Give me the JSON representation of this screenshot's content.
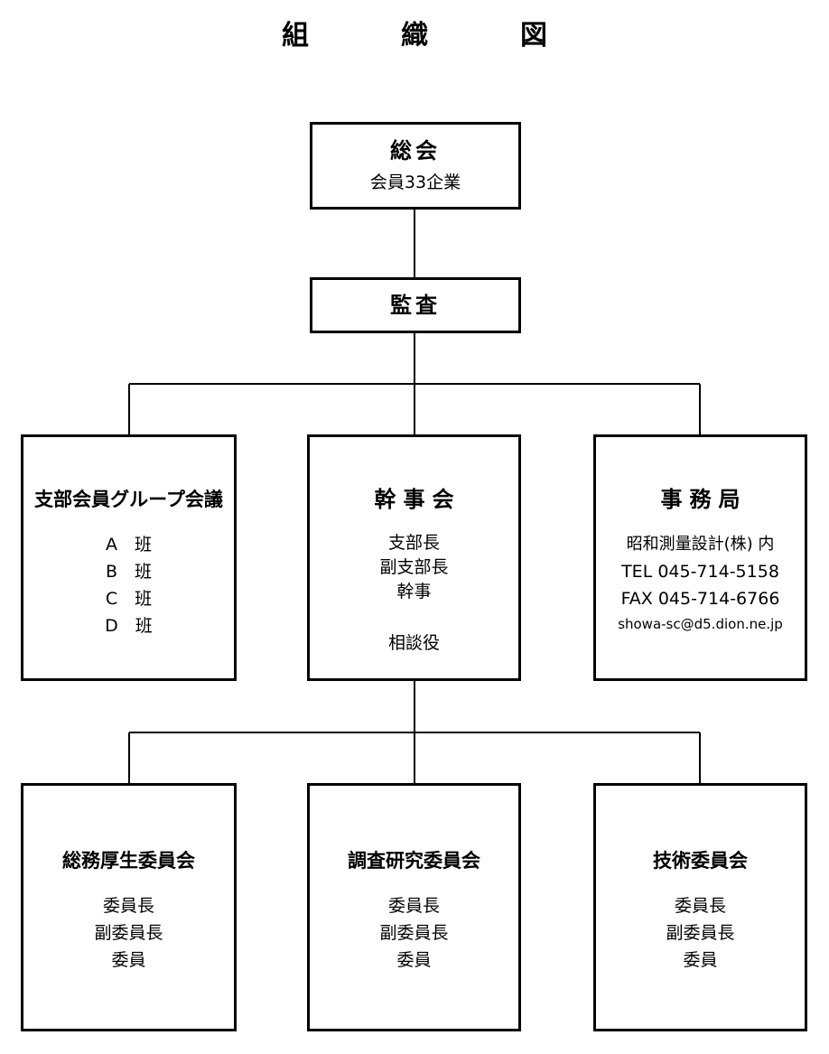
{
  "title": "組　織　図",
  "general_meeting": {
    "title": "総会",
    "subtitle": "会員33企業"
  },
  "audit": {
    "title": "監査"
  },
  "branch_group": {
    "title": "支部会員グループ会議",
    "items": [
      "A　班",
      "B　班",
      "C　班",
      "D　班"
    ]
  },
  "executive": {
    "title": "幹事会",
    "items": [
      "支部長",
      "副支部長",
      "幹事"
    ],
    "advisor": "相談役"
  },
  "secretariat": {
    "title": "事務局",
    "org": "昭和測量設計(株) 内",
    "tel": "TEL 045-714-5158",
    "fax": "FAX 045-714-6766",
    "email": "showa-sc@d5.dion.ne.jp"
  },
  "committees": [
    {
      "title": "総務厚生委員会",
      "items": [
        "委員長",
        "副委員長",
        "委員"
      ]
    },
    {
      "title": "調査研究委員会",
      "items": [
        "委員長",
        "副委員長",
        "委員"
      ]
    },
    {
      "title": "技術委員会",
      "items": [
        "委員長",
        "副委員長",
        "委員"
      ]
    }
  ]
}
